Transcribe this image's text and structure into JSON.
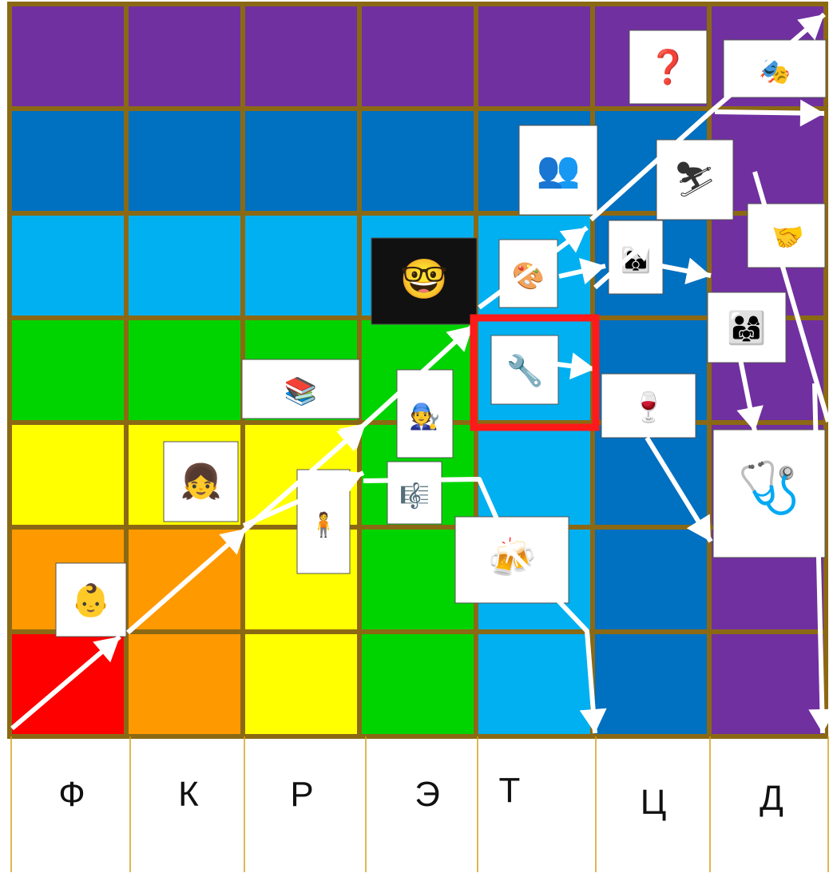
{
  "grid": {
    "rows": [
      [
        "#7030a0",
        "#7030a0",
        "#7030a0",
        "#7030a0",
        "#7030a0",
        "#7030a0",
        "#7030a0"
      ],
      [
        "#0070c0",
        "#0070c0",
        "#0070c0",
        "#0070c0",
        "#0070c0",
        "#0070c0",
        "#7030a0"
      ],
      [
        "#00b0f0",
        "#00b0f0",
        "#00b0f0",
        "#00b0f0",
        "#00b0f0",
        "#0070c0",
        "#7030a0"
      ],
      [
        "#00d400",
        "#00d400",
        "#00d400",
        "#00d400",
        "#00b0f0",
        "#0070c0",
        "#7030a0"
      ],
      [
        "#ffff00",
        "#ffff00",
        "#ffff00",
        "#00d400",
        "#00b0f0",
        "#0070c0",
        "#7030a0"
      ],
      [
        "#ff9900",
        "#ff9900",
        "#ffff00",
        "#00d400",
        "#00b0f0",
        "#0070c0",
        "#7030a0"
      ],
      [
        "#ff0000",
        "#ff9900",
        "#ffff00",
        "#00d400",
        "#00b0f0",
        "#0070c0",
        "#7030a0"
      ]
    ],
    "border_color": "#8b6914",
    "highlight_color": "#ff1a1a"
  },
  "columns": [
    "Ф",
    "К",
    "Р",
    "Э",
    "Т",
    "Ц",
    "Д"
  ],
  "pictures": [
    {
      "name": "baby-with-blocks-picture",
      "icon": "👶"
    },
    {
      "name": "children-playing-picture",
      "icon": "👧"
    },
    {
      "name": "student-with-books-picture",
      "icon": "📚"
    },
    {
      "name": "teen-slingshot-picture",
      "icon": "🧍"
    },
    {
      "name": "apprentice-poster-picture",
      "icon": "🧑‍🔧"
    },
    {
      "name": "harp-player-picture",
      "icon": "🎼"
    },
    {
      "name": "scholar-reading-picture",
      "icon": "🤓"
    },
    {
      "name": "mechanic-worker-picture",
      "icon": "🔧"
    },
    {
      "name": "drinking-crowd-picture",
      "icon": "🍻"
    },
    {
      "name": "designer-at-desk-picture",
      "icon": "🎨"
    },
    {
      "name": "lineup-men-picture",
      "icon": "👥"
    },
    {
      "name": "skier-picture",
      "icon": "⛷"
    },
    {
      "name": "family-walking-picture",
      "icon": "👪"
    },
    {
      "name": "bar-meeting-picture",
      "icon": "🍷"
    },
    {
      "name": "confused-man-picture",
      "icon": "❓"
    },
    {
      "name": "conductor-audience-picture",
      "icon": "🎭"
    },
    {
      "name": "handshake-deal-picture",
      "icon": "🤝"
    },
    {
      "name": "crowd-faces-picture",
      "icon": "👨‍👩‍👧"
    },
    {
      "name": "doctor-with-patient-picture",
      "icon": "🩺"
    }
  ],
  "colors": {
    "arrow": "#ffffff",
    "label_line": "#d4a017"
  }
}
